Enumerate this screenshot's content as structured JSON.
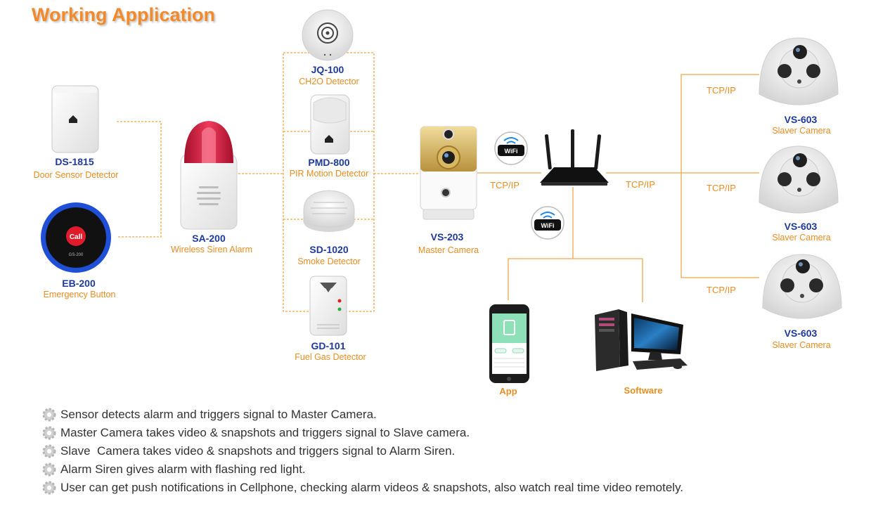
{
  "title": "Working Application",
  "colors": {
    "accent": "#f2892b",
    "model": "#1d3a9c",
    "line": "#f0a64a",
    "siren_red": "#d81b3f"
  },
  "devices": {
    "door_sensor": {
      "model": "DS-1815",
      "desc": "Door Sensor Detector"
    },
    "emergency_button": {
      "model": "EB-200",
      "desc": "Emergency Button",
      "button_text": "Call",
      "sub_text": "GS-200"
    },
    "siren": {
      "model": "SA-200",
      "desc": "Wireless Siren Alarm"
    },
    "ch2o": {
      "model": "JQ-100",
      "desc": "CH2O Detector"
    },
    "pir": {
      "model": "PMD-800",
      "desc": "PIR Motion Detector"
    },
    "smoke": {
      "model": "SD-1020",
      "desc": "Smoke Detector"
    },
    "gas": {
      "model": "GD-101",
      "desc": "Fuel Gas Detector"
    },
    "master_camera": {
      "model": "VS-203",
      "desc": "Master Camera"
    },
    "slave_cameras": [
      {
        "model": "VS-603",
        "desc": "Slaver Camera"
      },
      {
        "model": "VS-603",
        "desc": "Slaver Camera"
      },
      {
        "model": "VS-603",
        "desc": "Slaver Camera"
      }
    ],
    "app": {
      "label": "App"
    },
    "software": {
      "label": "Software"
    }
  },
  "links": {
    "tcp": "TCP/IP",
    "wifi": "WiFi"
  },
  "notes": [
    "Sensor detects alarm and triggers signal to Master Camera.",
    "Master Camera takes video & snapshots and triggers signal to Slave camera.",
    "Slave  Camera takes video & snapshots and triggers signal to Alarm Siren.",
    "Alarm Siren gives alarm with flashing red light.",
    "User can get push notifications in Cellphone, checking alarm videos & snapshots, also watch real time video remotely."
  ]
}
